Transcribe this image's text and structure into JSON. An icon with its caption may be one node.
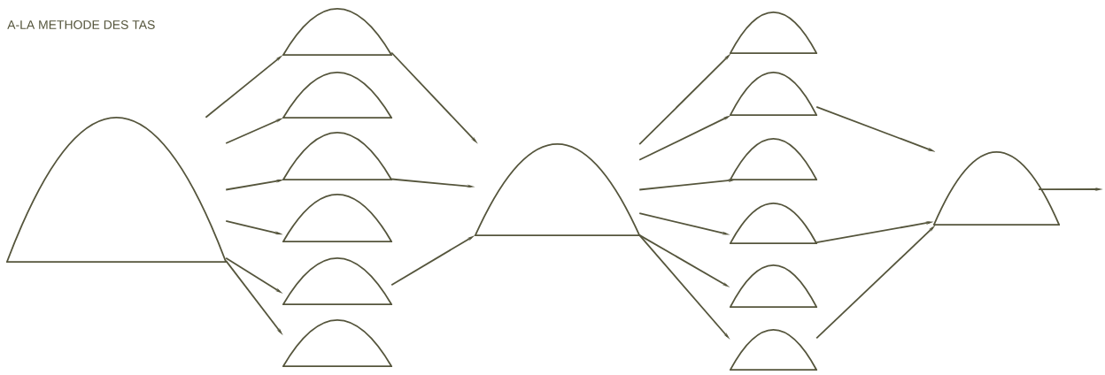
{
  "diagram": {
    "title": "A-LA METHODE DES TAS",
    "nodes": [
      {
        "text": [],
        "shape": "heap"
      },
      {
        "text": [],
        "shape": "heap"
      },
      {
        "text": [],
        "shape": "heap"
      },
      {
        "text": [],
        "shape": "heap"
      },
      {
        "text": [],
        "shape": "heap"
      },
      {
        "text": [],
        "shape": "heap"
      },
      {
        "text": [],
        "shape": "heap"
      },
      {
        "text": [],
        "shape": "heap"
      },
      {
        "text": [],
        "shape": "heap"
      },
      {
        "text": [],
        "shape": "heap"
      },
      {
        "text": [],
        "shape": "heap"
      },
      {
        "text": [],
        "shape": "heap"
      },
      {
        "text": [],
        "shape": "heap"
      },
      {
        "text": [],
        "shape": "heap"
      },
      {
        "text": [],
        "shape": "heap"
      }
    ],
    "edges": [
      {
        "from": 0,
        "to": 1,
        "arrow": "to"
      },
      {
        "from": 0,
        "to": 2,
        "arrow": "to"
      },
      {
        "from": 0,
        "to": 3,
        "arrow": "to"
      },
      {
        "from": 0,
        "to": 4,
        "arrow": "to"
      },
      {
        "from": 0,
        "to": 5,
        "arrow": "to"
      },
      {
        "from": 0,
        "to": 6,
        "arrow": "to"
      },
      {
        "from": 1,
        "to": 7,
        "arrow": "to"
      },
      {
        "from": 3,
        "to": 7,
        "arrow": "to"
      },
      {
        "from": 5,
        "to": 7,
        "arrow": "to"
      },
      {
        "from": 7,
        "to": 8,
        "arrow": "to"
      },
      {
        "from": 7,
        "to": 9,
        "arrow": "to"
      },
      {
        "from": 7,
        "to": 10,
        "arrow": "to"
      },
      {
        "from": 7,
        "to": 11,
        "arrow": "to"
      },
      {
        "from": 7,
        "to": 12,
        "arrow": "to"
      },
      {
        "from": 7,
        "to": 13,
        "arrow": "to"
      },
      {
        "from": 9,
        "to": 14,
        "arrow": "to"
      },
      {
        "from": 11,
        "to": 14,
        "arrow": "to"
      },
      {
        "from": 13,
        "to": 14,
        "arrow": "to"
      },
      {
        "from": 14,
        "to": null,
        "arrow": "to"
      }
    ]
  }
}
